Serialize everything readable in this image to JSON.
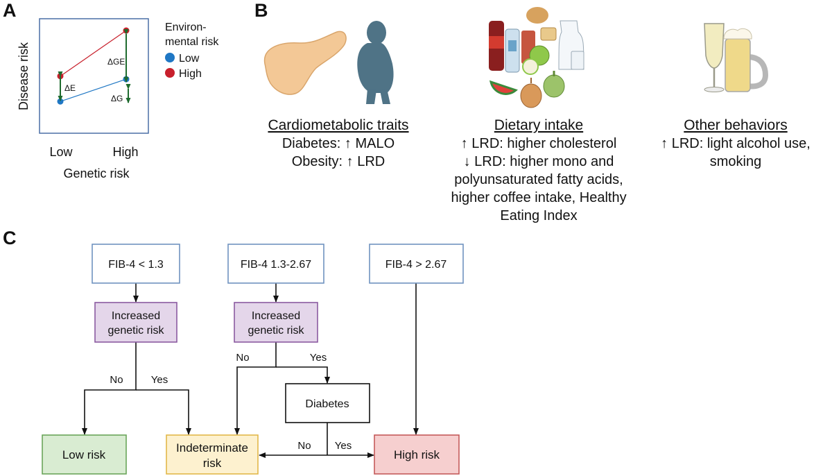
{
  "panel_a": {
    "letter": "A",
    "ylabel": "Disease risk",
    "xlabel": "Genetic risk",
    "xticks": [
      "Low",
      "High"
    ],
    "legend_title_1": "Environ-",
    "legend_title_2": "mental risk",
    "legend_low": "Low",
    "legend_high": "High",
    "delta_e": "ΔE",
    "delta_ge": "ΔGE",
    "delta_g": "ΔG",
    "colors": {
      "low": "#1f77c4",
      "high": "#c8202c",
      "arrow": "#1e6b2e",
      "frame": "#4a6fa5"
    }
  },
  "chart_data": {
    "type": "line",
    "x": [
      "Low",
      "High"
    ],
    "xlabel": "Genetic risk",
    "ylabel": "Disease risk",
    "series": [
      {
        "name": "Low",
        "values": [
          0.3,
          0.52
        ]
      },
      {
        "name": "High",
        "values": [
          0.55,
          1.0
        ]
      }
    ],
    "ylim": [
      0,
      1.2
    ],
    "legend": "right"
  },
  "panel_b": {
    "letter": "B",
    "col1": {
      "header": "Cardiometabolic traits",
      "lines": [
        "Diabetes: ↑ MALO",
        "Obesity: ↑ LRD"
      ]
    },
    "col2": {
      "header": "Dietary intake",
      "lines": [
        "↑ LRD: higher cholesterol",
        "↓ LRD: higher mono and",
        "polyunsaturated fatty acids,",
        "higher coffee intake, Healthy",
        "Eating Index"
      ]
    },
    "col3": {
      "header": "Other behaviors",
      "lines": [
        "↑ LRD: light alcohol use,",
        "smoking"
      ]
    },
    "icons": [
      "pancreas-icon",
      "obese-person-icon",
      "food-collage-icon",
      "champagne-glass-icon",
      "beer-mug-icon"
    ]
  },
  "panel_c": {
    "letter": "C",
    "fib_low": "FIB-4 < 1.3",
    "fib_mid": "FIB-4 1.3-2.67",
    "fib_high": "FIB-4 > 2.67",
    "genetic_1": "Increased",
    "genetic_2": "genetic risk",
    "no": "No",
    "yes": "Yes",
    "diabetes": "Diabetes",
    "low_risk": "Low risk",
    "indet_1": "Indeterminate",
    "indet_2": "risk",
    "high_risk": "High risk",
    "colors": {
      "fib_border": "#6f93c0",
      "genetic_fill": "#e4d6ea",
      "genetic_border": "#8a5aa0",
      "low_fill": "#d9ecd2",
      "low_border": "#6aa55a",
      "indet_fill": "#fdf1cf",
      "indet_border": "#e2b84a",
      "high_fill": "#f6cfcf",
      "high_border": "#c45a5a"
    }
  }
}
